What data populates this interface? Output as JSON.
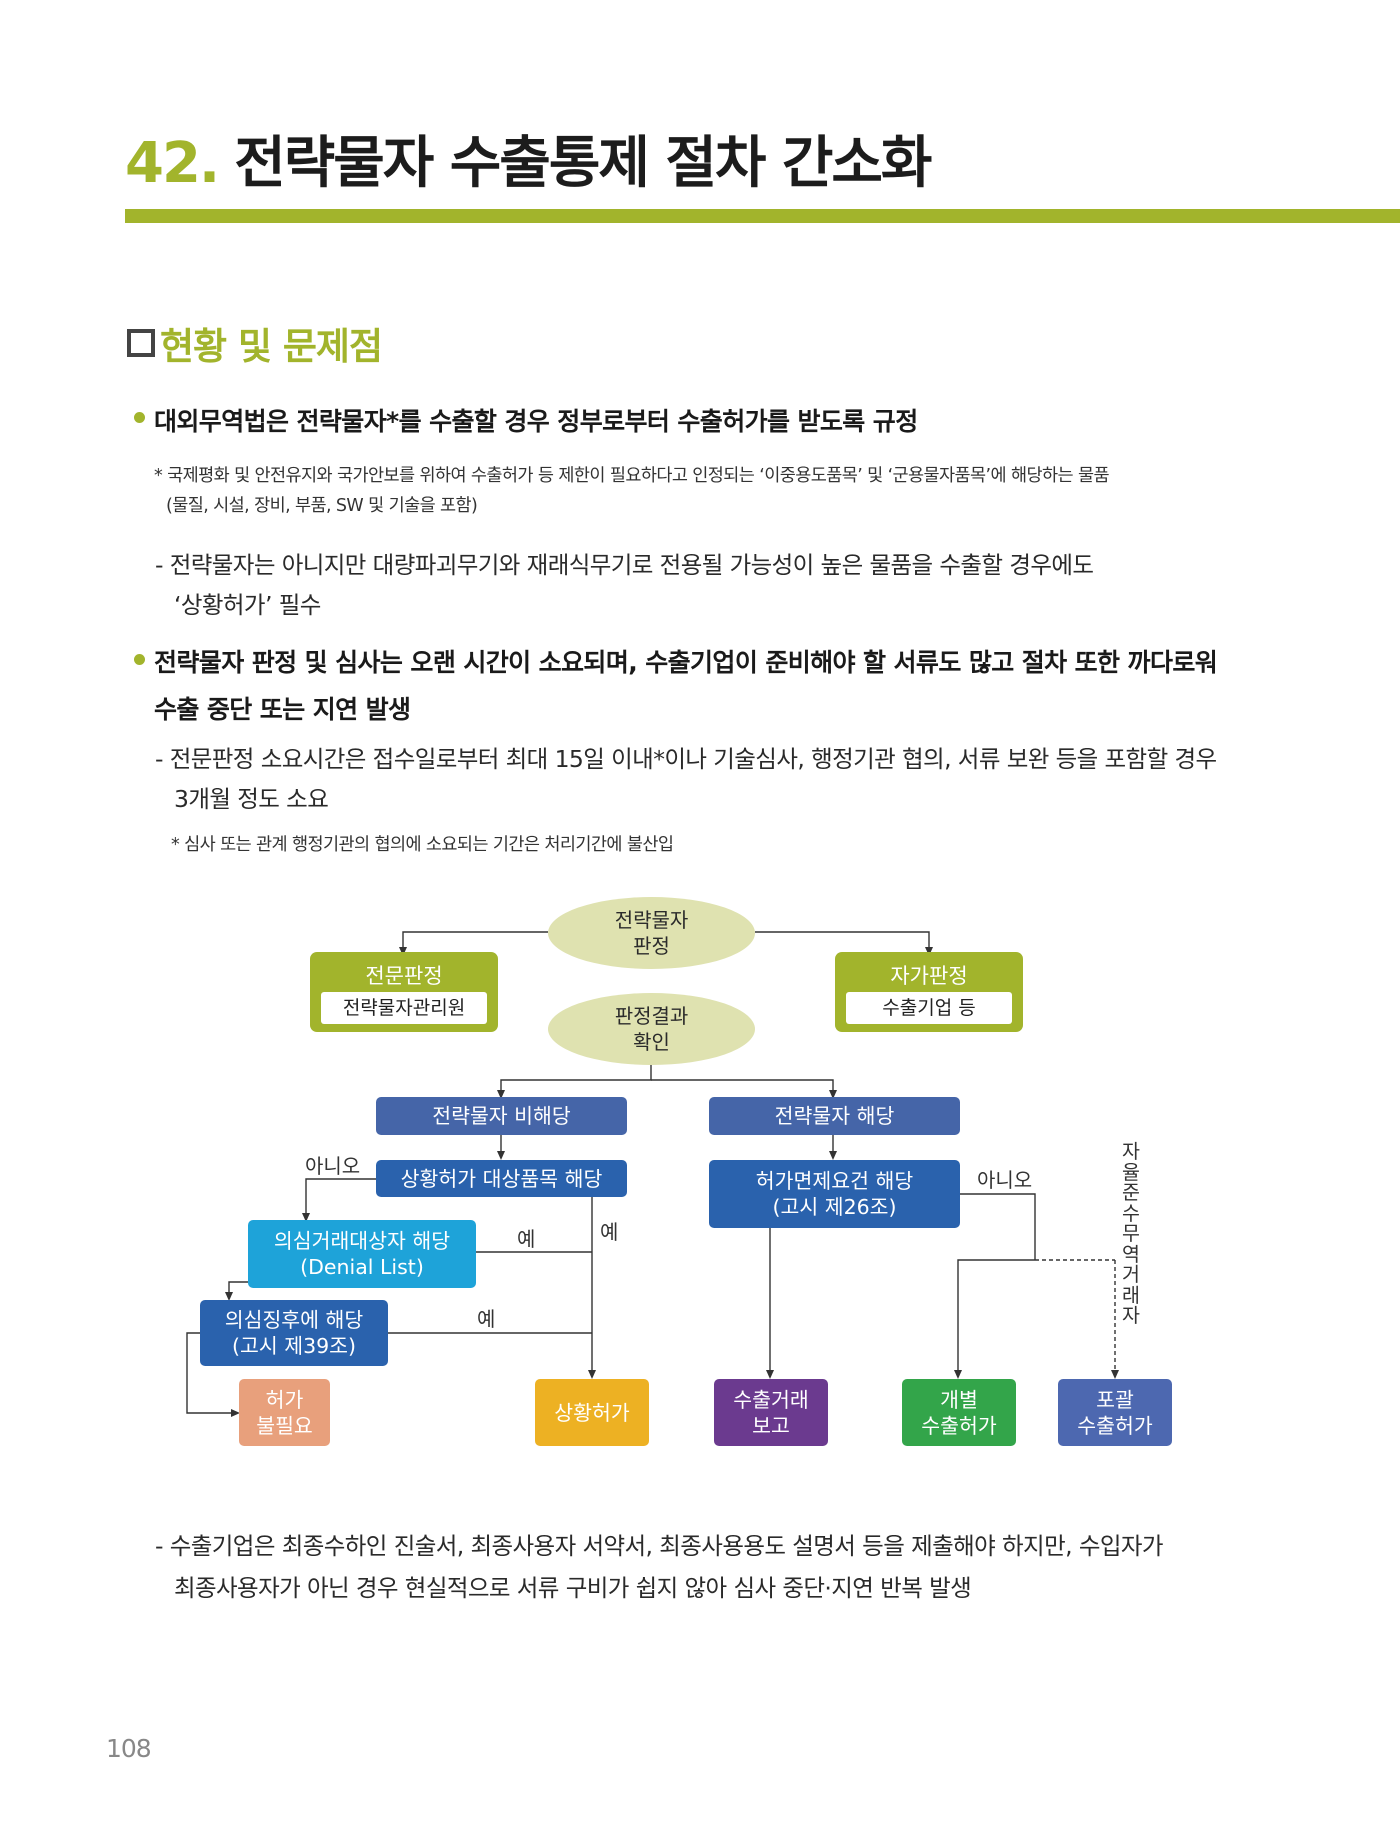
{
  "header": {
    "number": "42.",
    "title": "전략물자 수출통제 절차 간소화"
  },
  "section": {
    "heading": "현황 및 문제점"
  },
  "content": {
    "bullet1": "대외무역법은 전략물자*를 수출할 경우 정부로부터 수출허가를 받도록 규정",
    "note1_line1": "* 국제평화 및 안전유지와 국가안보를 위하여 수출허가 등 제한이 필요하다고 인정되는 ‘이중용도품목’ 및 ‘군용물자품목’에 해당하는 물품",
    "note1_line2": "(물질, 시설, 장비, 부품, SW 및 기술을 포함)",
    "dash1_line1": "- 전략물자는 아니지만 대량파괴무기와 재래식무기로 전용될 가능성이 높은 물품을 수출할 경우에도",
    "dash1_line2": "‘상황허가’ 필수",
    "bullet2_line1": "전략물자 판정 및 심사는 오랜 시간이 소요되며, 수출기업이 준비해야 할 서류도 많고 절차 또한 까다로워",
    "bullet2_line2": "수출 중단 또는 지연 발생",
    "dash2_line1": "- 전문판정 소요시간은 접수일로부터 최대 15일 이내*이나 기술심사, 행정기관 협의, 서류 보완 등을 포함할 경우",
    "dash2_line2": "3개월 정도 소요",
    "note2": "* 심사 또는 관계 행정기관의 협의에 소요되는 기간은 처리기간에 불산입",
    "dash3_line1": "- 수출기업은 최종수하인 진술서, 최종사용자 서약서, 최종사용용도 설명서 등을 제출해야 하지만, 수입자가",
    "dash3_line2": "최종사용자가 아닌 경우 현실적으로 서류 구비가 쉽지 않아 심사 중단·지연 반복 발생"
  },
  "flowchart": {
    "judgement_l1": "전략물자",
    "judgement_l2": "판정",
    "result_l1": "판정결과",
    "result_l2": "확인",
    "expert_title": "전문판정",
    "expert_sub": "전략물자관리원",
    "self_title": "자가판정",
    "self_sub": "수출기업 등",
    "non_strategic": "전략물자 비해당",
    "strategic": "전략물자 해당",
    "catch_all_item": "상황허가 대상품목 해당",
    "exemption_l1": "허가면제요건 해당",
    "exemption_l2": "(고시 제26조)",
    "denial_l1": "의심거래대상자 해당",
    "denial_l2": "(Denial List)",
    "suspicion_l1": "의심징후에 해당",
    "suspicion_l2": "(고시 제39조)",
    "no_permit_l1": "허가",
    "no_permit_l2": "불필요",
    "situational_permit": "상황허가",
    "export_report_l1": "수출거래",
    "export_report_l2": "보고",
    "individual_l1": "개별",
    "individual_l2": "수출허가",
    "comprehensive_l1": "포괄",
    "comprehensive_l2": "수출허가",
    "label_no_1": "아니오",
    "label_no_2": "아니오",
    "label_yes_1": "예",
    "label_yes_2": "예",
    "label_yes_3": "예",
    "vertical_label": "자율준수무역거래자",
    "colors": {
      "green": "#a2b42c",
      "ellipse": "#dfe2b0",
      "blue": "#4565a8",
      "dark_blue": "#2a62ad",
      "cyan": "#1ea3d9",
      "salmon": "#e8a07c",
      "orange": "#edb123",
      "purple": "#6b3a8f",
      "flow_green": "#33a54a",
      "indigo": "#4d68b0"
    }
  },
  "footer": {
    "page_number": "108"
  }
}
